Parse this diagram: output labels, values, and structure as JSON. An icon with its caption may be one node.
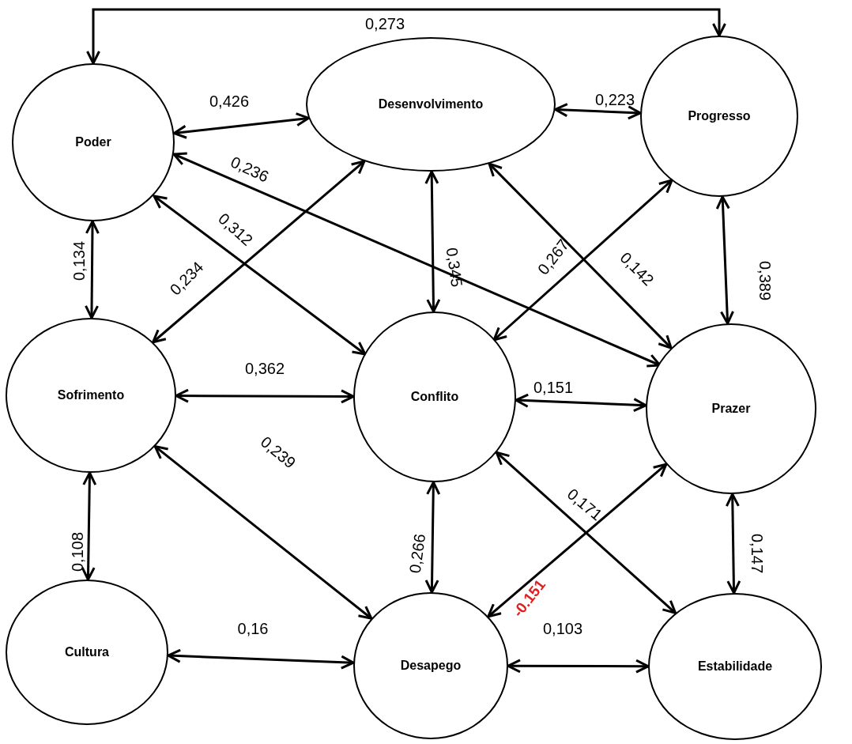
{
  "diagram": {
    "nodes": [
      {
        "text": [
          "Poder"
        ]
      },
      {
        "text": [
          "Desenvolvimento"
        ]
      },
      {
        "text": [
          "Progresso"
        ]
      },
      {
        "text": [
          "Sofrimento"
        ]
      },
      {
        "text": [
          "Conflito"
        ]
      },
      {
        "text": [
          "Prazer"
        ]
      },
      {
        "text": [
          "Cultura"
        ]
      },
      {
        "text": [
          "Desapego"
        ]
      },
      {
        "text": [
          "Estabilidade"
        ]
      }
    ],
    "edges": [
      {
        "from": 0,
        "to": 2,
        "arrow": "both",
        "label": "0,273"
      },
      {
        "from": 0,
        "to": 1,
        "arrow": "both",
        "label": "0,426"
      },
      {
        "from": 1,
        "to": 2,
        "arrow": "both",
        "label": "0,223"
      },
      {
        "from": 0,
        "to": 5,
        "arrow": "both",
        "label": "0,236"
      },
      {
        "from": 0,
        "to": 4,
        "arrow": "both",
        "label": "0,312"
      },
      {
        "from": 0,
        "to": 3,
        "arrow": "both",
        "label": "0,134"
      },
      {
        "from": 1,
        "to": 3,
        "arrow": "both",
        "label": "0,234"
      },
      {
        "from": 1,
        "to": 4,
        "arrow": "both",
        "label": "0,345"
      },
      {
        "from": 2,
        "to": 4,
        "arrow": "both",
        "label": "0,267"
      },
      {
        "from": 1,
        "to": 5,
        "arrow": "both",
        "label": "0,142"
      },
      {
        "from": 2,
        "to": 5,
        "arrow": "both",
        "label": "0,389"
      },
      {
        "from": 3,
        "to": 4,
        "arrow": "both",
        "label": "0,362"
      },
      {
        "from": 4,
        "to": 5,
        "arrow": "both",
        "label": "0,151"
      },
      {
        "from": 3,
        "to": 7,
        "arrow": "both",
        "label": "0,239"
      },
      {
        "from": 3,
        "to": 6,
        "arrow": "both",
        "label": "0,108"
      },
      {
        "from": 4,
        "to": 7,
        "arrow": "both",
        "label": "0,266"
      },
      {
        "from": 4,
        "to": 8,
        "arrow": "both",
        "label": "0,171"
      },
      {
        "from": 7,
        "to": 5,
        "arrow": "both",
        "label": "-0.151"
      },
      {
        "from": 5,
        "to": 8,
        "arrow": "both",
        "label": "0,147"
      },
      {
        "from": 6,
        "to": 7,
        "arrow": "both",
        "label": "0,16"
      },
      {
        "from": 7,
        "to": 8,
        "arrow": "both",
        "label": "0,103"
      }
    ]
  }
}
